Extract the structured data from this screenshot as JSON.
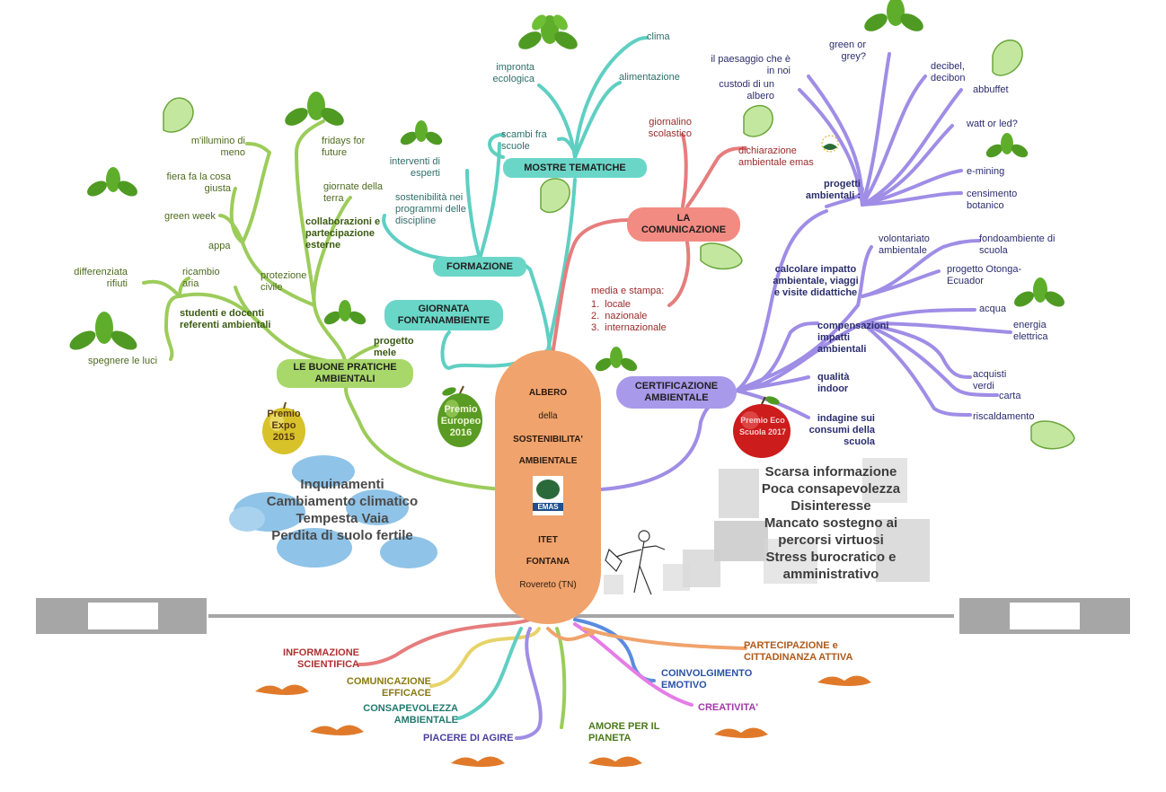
{
  "trunk": {
    "l1": "ALBERO",
    "l2": "della",
    "l3": "SOSTENIBILITA'",
    "l4": "AMBIENTALE",
    "emas": "EMAS",
    "l5": "ITET",
    "l6": "FONTANA",
    "l7": "Rovereto (TN)"
  },
  "nodes": {
    "mostre": "MOSTRE TEMATICHE",
    "formazione": "FORMAZIONE",
    "giornata": "GIORNATA FONTANAMBIENTE",
    "comunicazione": "LA COMUNICAZIONE",
    "buone": "LE BUONE PRATICHE AMBIENTALI",
    "certificazione": "CERTIFICAZIONE AMBIENTALE"
  },
  "mostre_leaves": {
    "clima": "clima",
    "impronta": "impronta ecologica",
    "alimentazione": "alimentazione",
    "scambi": "scambi fra scuole"
  },
  "formazione_leaves": {
    "interventi": "interventi di esperti",
    "sostenibilita": "sostenibilità nei programmi delle discipline"
  },
  "comunicazione_leaves": {
    "giornalino": "giornalino scolastico",
    "dichiarazione": "dichiarazione ambientale emas",
    "media_title": "media e stampa:",
    "media_items": [
      "locale",
      "nazionale",
      "internazionale"
    ]
  },
  "buone_leaves": {
    "millumino": "m'illumino di meno",
    "fridays": "fridays for future",
    "fiera": "fiera fa la cosa giusta",
    "giornate": "giornate della terra",
    "greenweek": "green week",
    "collaborazioni": "collaborazioni e partecipazione esterne",
    "appa": "appa",
    "protezione": "protezione civile",
    "differenziata": "differenziata rifiuti",
    "ricambio": "ricambio aria",
    "studenti": "studenti e docenti referenti ambientali",
    "spegnere": "spegnere le luci",
    "progetto_mele": "progetto mele"
  },
  "progetti_leaves": {
    "paesaggio": "il paesaggio che è in noi",
    "custodi": "custodi di un albero",
    "green_grey": "green or grey?",
    "decibel": "decibel, decibon",
    "abbuffet": "abbuffet",
    "watt": "watt or led?",
    "emining": "e-mining",
    "censimento": "censimento botanico",
    "progetti": "progetti ambientali :"
  },
  "certificazione_leaves": {
    "calcolare": "calcolare impatto ambientale, viaggi e visite didattiche",
    "volontariato": "volontariato ambientale",
    "fondoambiente": "fondoambiente di scuola",
    "otonga": "progetto Otonga-Ecuador",
    "compensazioni": "compensazioni impatti ambientali",
    "acqua": "acqua",
    "energia": "energia elettrica",
    "qualita": "qualità indoor",
    "acquisti": "acquisti verdi",
    "carta": "carta",
    "indagine": "indagine sui consumi della scuola",
    "riscaldamento": "riscaldamento"
  },
  "apples": {
    "premio_expo": "Premio Expo 2015",
    "premio_europeo": "Premio Europeo 2016",
    "premio_red": "Premio Eco Scuola 2017"
  },
  "clouds": [
    "Inquinamenti",
    "Cambiamento climatico",
    "Tempesta Vaia",
    "Perdita di suolo fertile"
  ],
  "obstacles": [
    "Scarsa informazione",
    "Poca consapevolezza",
    "Disinteresse",
    "Mancato sostegno ai percorsi virtuosi",
    "Stress burocratico e amministrativo"
  ],
  "roots": {
    "informazione": "INFORMAZIONE SCIENTIFICA",
    "comunicazione_eff": "COMUNICAZIONE EFFICACE",
    "consapevolezza": "CONSAPEVOLEZZA AMBIENTALE",
    "piacere": "PIACERE DI AGIRE",
    "amore": "AMORE PER IL PIANETA",
    "creativita": "CREATIVITA'",
    "coinvolgimento": "COINVOLGIMENTO EMOTIVO",
    "partecipazione": "PARTECIPAZIONE e CITTADINANZA ATTIVA"
  },
  "colors": {
    "trunk": "#f0a36c",
    "green_branch": "#9ccc5a",
    "teal_branch": "#5fcfc2",
    "red_branch": "#e67d7d",
    "purple_branch": "#9f8de6",
    "node_teal": "#6ad6c8",
    "node_green": "#a9d86a",
    "node_red": "#f28b82",
    "node_purple": "#a999ea",
    "ground": "#a6a6a6"
  }
}
